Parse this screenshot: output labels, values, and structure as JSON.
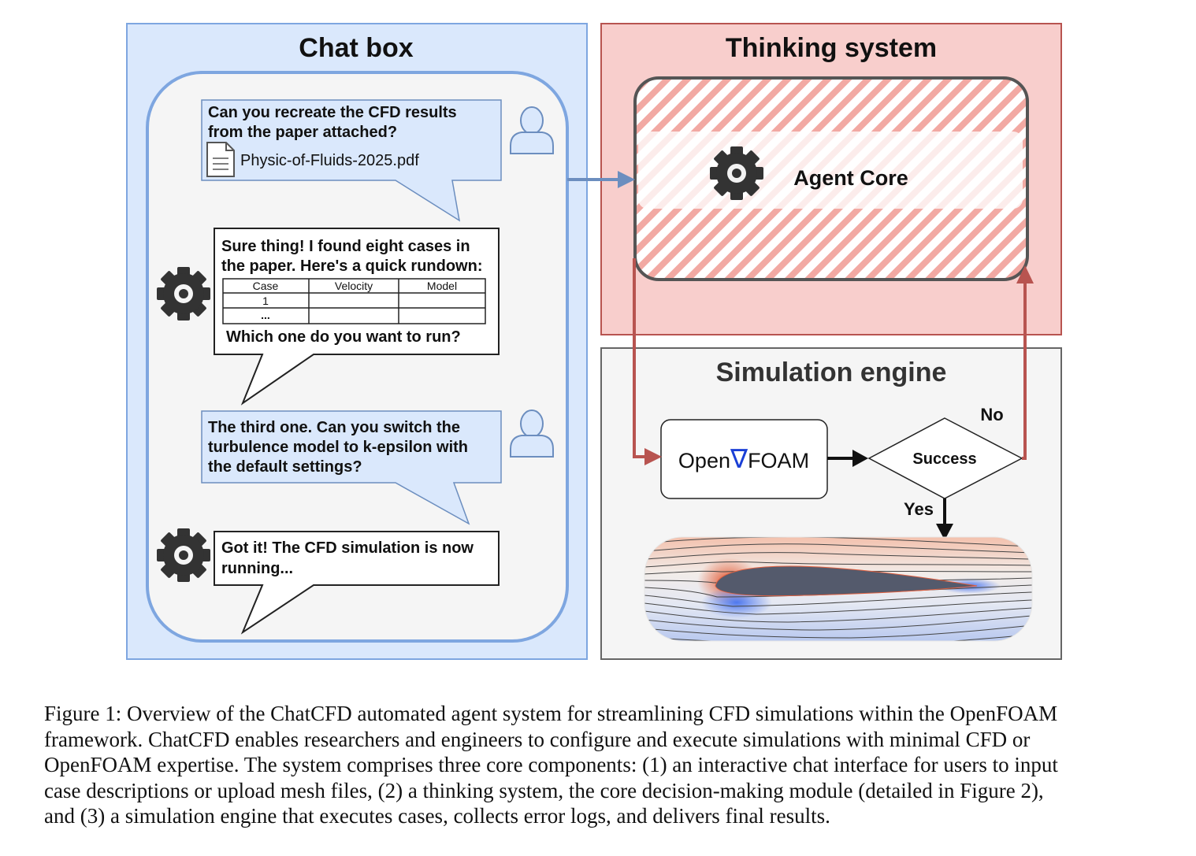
{
  "panels": {
    "chat_box": {
      "title": "Chat box"
    },
    "thinking_system": {
      "title": "Thinking system",
      "agent_core_label": "Agent Core"
    },
    "simulation_engine": {
      "title": "Simulation engine",
      "openfoam": {
        "prefix": "Open",
        "nabla": "∇",
        "suffix": "FOAM"
      },
      "decision_label": "Success",
      "no_label": "No",
      "yes_label": "Yes"
    }
  },
  "chat": {
    "user_message_1": {
      "line1": "Can you recreate the CFD results",
      "line2": "from the paper attached?",
      "attachment": "Physic-of-Fluids-2025.pdf"
    },
    "agent_message_1": {
      "line1": "Sure thing! I found eight cases in",
      "line2": "the paper. Here's a quick rundown:",
      "table": {
        "headers": [
          "Case",
          "Velocity",
          "Model"
        ],
        "rows": [
          [
            "1",
            "",
            ""
          ],
          [
            "...",
            "",
            ""
          ]
        ]
      },
      "question": "Which one do you want to run?"
    },
    "user_message_2": {
      "line1": "The third one. Can you switch the",
      "line2": "turbulence model to k-epsilon with",
      "line3": "the default settings?"
    },
    "agent_message_2": {
      "line1": "Got it! The CFD simulation is now",
      "line2": "running..."
    }
  },
  "caption": {
    "lines": [
      "Figure 1: Overview of the ChatCFD automated agent system for streamlining CFD simulations within the OpenFOAM",
      "framework. ChatCFD enables researchers and engineers to configure and execute simulations with minimal CFD or",
      "OpenFOAM expertise. The system comprises three core components: (1) an interactive chat interface for users to input",
      "case descriptions or upload mesh files, (2) a thinking system, the core decision-making module (detailed in Figure 2),",
      "and (3) a simulation engine that executes cases, collects error logs, and delivers final results."
    ]
  },
  "colors": {
    "chat_panel_fill": "#dae8fc",
    "chat_panel_stroke": "#7ea6e0",
    "thinking_panel_fill": "#f8cecc",
    "thinking_panel_stroke": "#b85450",
    "engine_panel_fill": "#f5f5f5",
    "engine_panel_stroke": "#666666",
    "flow_arrow_red": "#b85450",
    "flow_arrow_blue": "#6c8ebf",
    "nabla_blue": "#1a3fd6"
  },
  "icons": [
    "user-icon",
    "agent-gear-icon",
    "document-icon"
  ]
}
